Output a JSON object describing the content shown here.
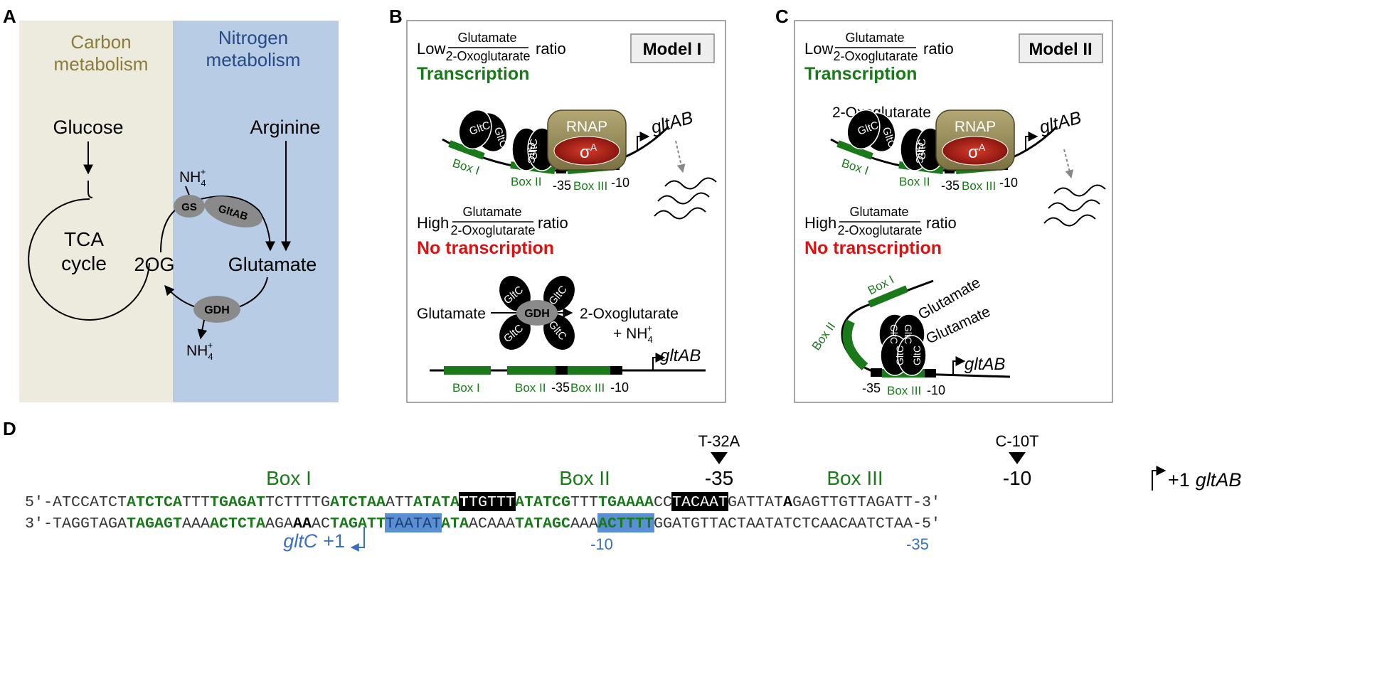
{
  "colors": {
    "carbon_bg": "#edeade",
    "nitrogen_bg": "#b8cde5",
    "carbon_text": "#8b7c3c",
    "nitrogen_text": "#254a86",
    "box_green": "#1a7a1a",
    "red": "#e01010",
    "blue": "#3a6fc0",
    "highlight_blue": "#5b8fd4",
    "rnap": "#9a8f5a",
    "sigma": "#9b1a14"
  },
  "panel_letters": {
    "a": "A",
    "b": "B",
    "c": "C",
    "d": "D"
  },
  "panel_a": {
    "carbon_title": [
      "Carbon",
      "metabolism"
    ],
    "nitrogen_title": [
      "Nitrogen",
      "metabolism"
    ],
    "glucose": "Glucose",
    "arginine": "Arginine",
    "tca": [
      "TCA",
      "cycle"
    ],
    "two_og": "2OG",
    "glutamate": "Glutamate",
    "nh4": "NH",
    "nh4_sub": "4",
    "nh4_sup": "+",
    "gs": "GS",
    "gltab": "GltAB",
    "gdh": "GDH"
  },
  "panel_b": {
    "model": "Model I",
    "low": "Low",
    "high": "High",
    "numerator": "Glutamate",
    "denominator": "2-Oxoglutarate",
    "ratio": "ratio",
    "transcription": "Transcription",
    "no_transcription": "No transcription",
    "gltc": "GltC",
    "rnap": "RNAP",
    "sigma": "σ",
    "sigma_sup": "A",
    "gene": "gltAB",
    "box1": "Box I",
    "box2": "Box II",
    "box3": "Box III",
    "m35": "-35",
    "m10": "-10",
    "glutamate": "Glutamate",
    "gdh": "GDH",
    "oxoglutarate": "2-Oxoglutarate",
    "plus_nh4": "+ NH",
    "nh4_sub": "4",
    "nh4_sup": "+"
  },
  "panel_c": {
    "model": "Model II",
    "low": "Low",
    "high": "High",
    "numerator": "Glutamate",
    "denominator": "2-Oxoglutarate",
    "ratio": "ratio",
    "transcription": "Transcription",
    "no_transcription": "No transcription",
    "oxoglutarate": "2-Oxoglutarate",
    "gltc": "GltC",
    "rnap": "RNAP",
    "sigma": "σ",
    "sigma_sup": "A",
    "gene": "gltAB",
    "box1": "Box I",
    "box2": "Box II",
    "box3": "Box III",
    "m35": "-35",
    "m10": "-10",
    "glutamate": "Glutamate"
  },
  "panel_d": {
    "mut1": "T-32A",
    "mut2": "C-10T",
    "box1": "Box I",
    "box2": "Box II",
    "box3": "Box III",
    "m35": "-35",
    "m10": "-10",
    "tss_gltab": "+1",
    "gltab": "gltAB",
    "gltc": "gltC",
    "gltc_tss": "+1",
    "bottom_m10": "-10",
    "bottom_m35": "-35",
    "top_strand": [
      {
        "t": "5′-ATCCATCT",
        "s": "n"
      },
      {
        "t": "ATCTCA",
        "s": "g"
      },
      {
        "t": "TTT",
        "s": "n"
      },
      {
        "t": "TGAGAT",
        "s": "g"
      },
      {
        "t": "TCTTTTG",
        "s": "n"
      },
      {
        "t": "ATCTAA",
        "s": "g"
      },
      {
        "t": "ATT",
        "s": "n"
      },
      {
        "t": "ATATA",
        "s": "g"
      },
      {
        "t": "T",
        "s": "kb"
      },
      {
        "t": "TGTTT",
        "s": "k"
      },
      {
        "t": "ATATCG",
        "s": "g"
      },
      {
        "t": "TTT",
        "s": "n"
      },
      {
        "t": "TGAAAA",
        "s": "g"
      },
      {
        "t": "CC",
        "s": "n"
      },
      {
        "t": "TACAAT",
        "s": "k"
      },
      {
        "t": "GATTAT",
        "s": "n"
      },
      {
        "t": "A",
        "s": "b"
      },
      {
        "t": "GAGTTGTTAGATT-3′",
        "s": "n"
      }
    ],
    "bottom_strand": [
      {
        "t": "3′-TAGGTAGA",
        "s": "n"
      },
      {
        "t": "TAGAGT",
        "s": "g"
      },
      {
        "t": "AAA",
        "s": "n"
      },
      {
        "t": "ACTCTA",
        "s": "g"
      },
      {
        "t": "AGA",
        "s": "n"
      },
      {
        "t": "AA",
        "s": "b"
      },
      {
        "t": "AC",
        "s": "n"
      },
      {
        "t": "TAGATT",
        "s": "g"
      },
      {
        "t": "TAATAT",
        "s": "hb"
      },
      {
        "t": "ATA",
        "s": "g"
      },
      {
        "t": "ACAAA",
        "s": "n"
      },
      {
        "t": "TATAGC",
        "s": "g"
      },
      {
        "t": "AAA",
        "s": "n"
      },
      {
        "t": "ACTTTT",
        "s": "hg"
      },
      {
        "t": "GGATGTTACTAATATCTCAACAATCTAA-5′",
        "s": "n"
      }
    ]
  }
}
